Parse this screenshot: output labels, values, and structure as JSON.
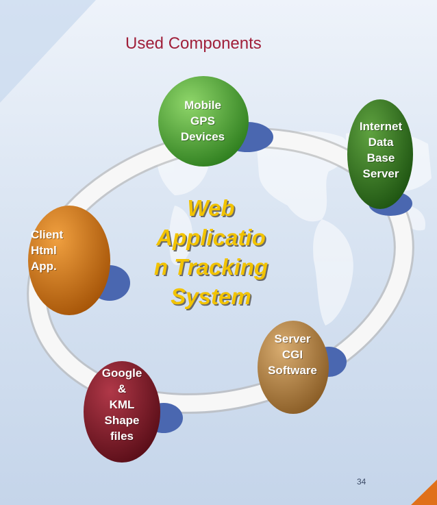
{
  "title": "Used Components",
  "center_label": "Web\nApplicatio\nn Tracking\nSystem",
  "nodes": {
    "mobile": "Mobile\nGPS\nDevices",
    "internet": "Internet\nData\nBase\nServer",
    "client": "Client\nHtml\nApp.",
    "server": "Server\nCGI\nSoftware",
    "google": "Google\n&\nKML\nShape\nfiles"
  },
  "page_number": "34",
  "colors": {
    "title": "#a0203a",
    "center_text": "#f2c300",
    "mobile": "#3e9a2a",
    "internet": "#2c6b1a",
    "client": "#c9700f",
    "server": "#a87a3a",
    "google": "#7a1a26"
  }
}
